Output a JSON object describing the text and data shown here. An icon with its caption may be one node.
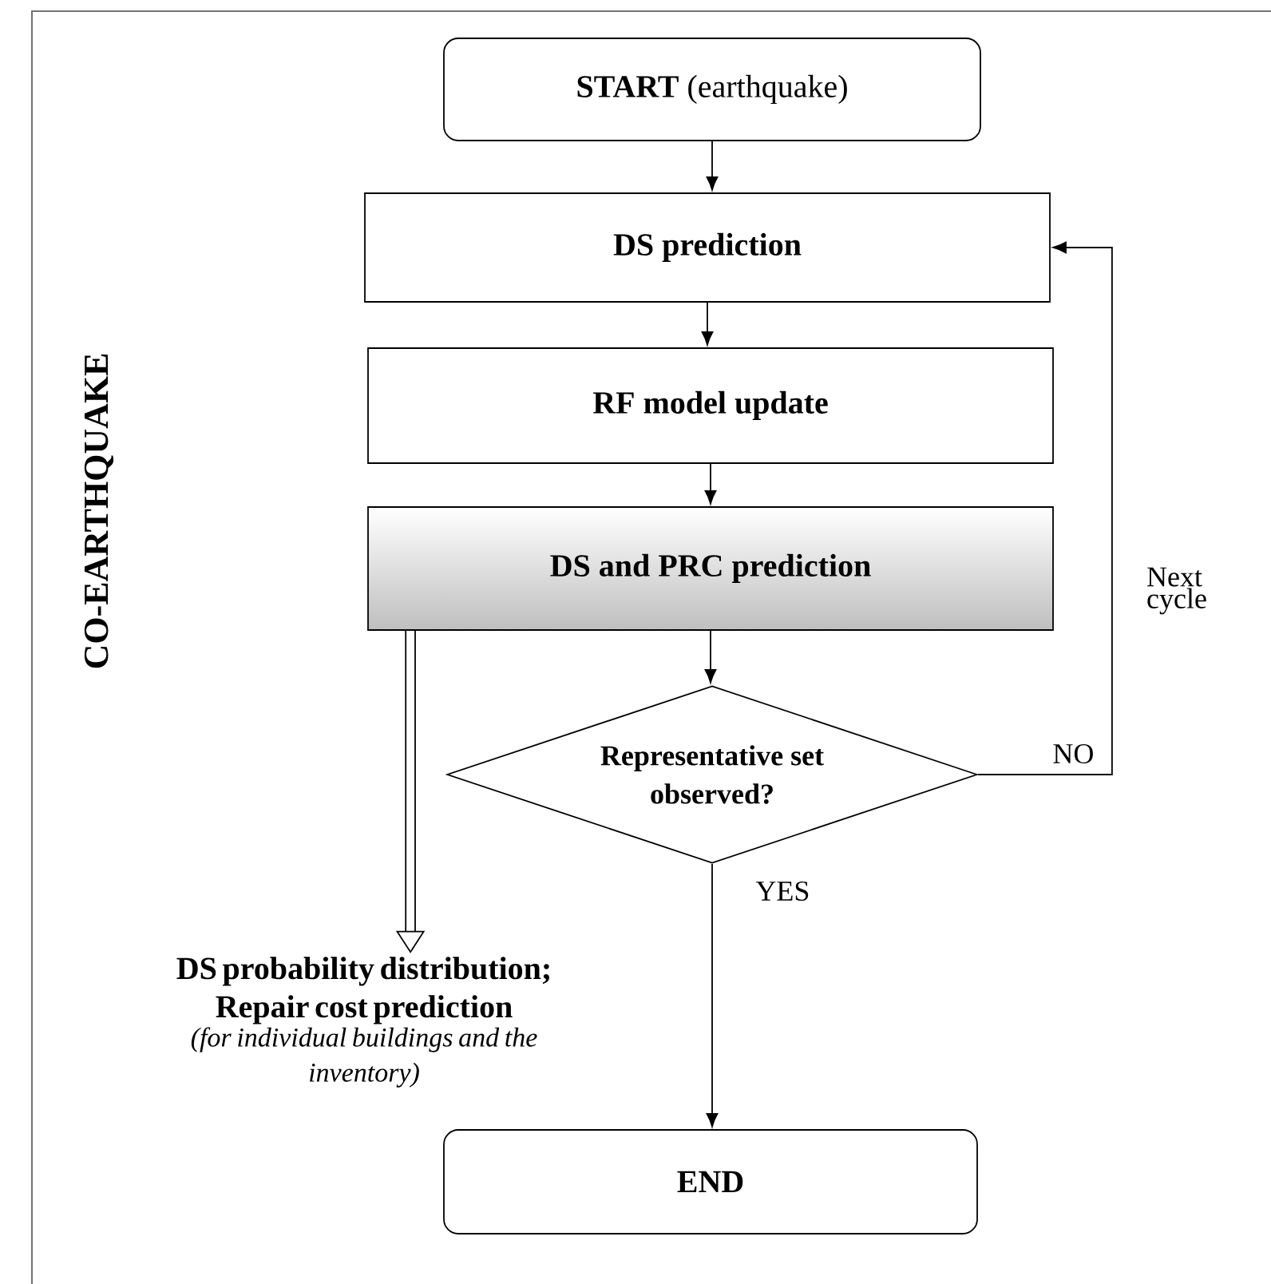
{
  "diagram": {
    "nodes": [
      {
        "text": [
          "**START** (earthquake)"
        ]
      },
      {
        "text": [
          "DS prediction"
        ]
      },
      {
        "text": [
          "RF model update"
        ]
      },
      {
        "text": [
          "DS and PRC prediction"
        ]
      },
      {
        "text": [
          "Representative set observed?"
        ]
      },
      {
        "text": [
          "DS probability distribution; Repair cost prediction",
          "(for individual buildings and the inventory)"
        ]
      },
      {
        "text": [
          "END"
        ]
      }
    ],
    "edges": [
      {
        "from": 0,
        "to": 1,
        "arrow": "to"
      },
      {
        "from": 1,
        "to": 2,
        "arrow": "to"
      },
      {
        "from": 2,
        "to": 3,
        "arrow": "to"
      },
      {
        "from": 3,
        "to": 4,
        "arrow": "to"
      },
      {
        "from": 4,
        "to": 1,
        "arrow": "to",
        "label": "NO"
      },
      {
        "from": 4,
        "to": 6,
        "arrow": "to",
        "label": "YES"
      },
      {
        "from": 3,
        "to": 5,
        "arrow": "to",
        "style": "thick"
      }
    ],
    "labels": [
      "CO-EARTHQUAKE",
      "Next cycle"
    ]
  }
}
